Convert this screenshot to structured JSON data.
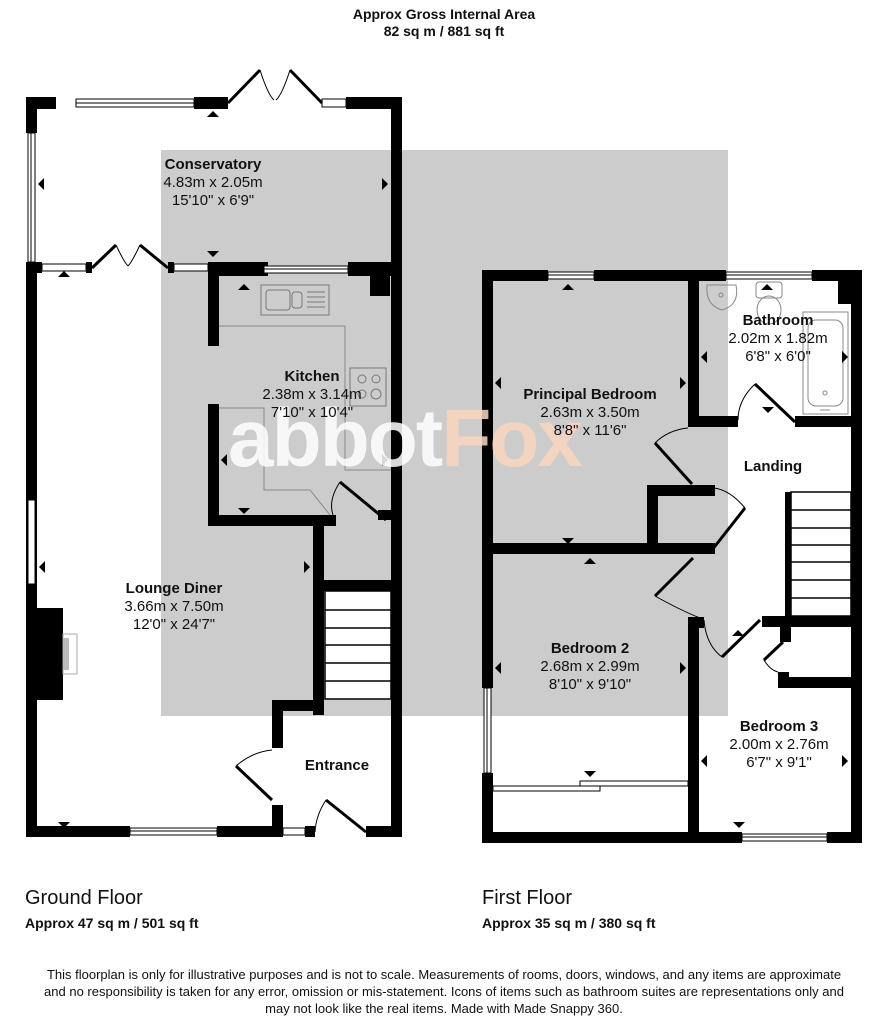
{
  "header": {
    "title_line1": "Approx Gross Internal Area",
    "title_line2": "82 sq m / 881 sq ft"
  },
  "watermark": {
    "part1": "abbot",
    "part2": "Fox",
    "colors": {
      "part1": "#ffffff",
      "part2": "#f9d6c0",
      "box": "#cccccc"
    }
  },
  "ground_floor": {
    "name": "Ground Floor",
    "area": "Approx 47 sq m / 501 sq ft",
    "rooms": [
      {
        "name": "Conservatory",
        "metric": "4.83m x 2.05m",
        "imperial": "15'10\" x 6'9\""
      },
      {
        "name": "Kitchen",
        "metric": "2.38m x 3.14m",
        "imperial": "7'10\" x 10'4\""
      },
      {
        "name": "Lounge Diner",
        "metric": "3.66m x 7.50m",
        "imperial": "12'0\" x 24'7\""
      },
      {
        "name": "Entrance"
      }
    ]
  },
  "first_floor": {
    "name": "First Floor",
    "area": "Approx 35 sq m / 380 sq ft",
    "rooms": [
      {
        "name": "Principal Bedroom",
        "metric": "2.63m x 3.50m",
        "imperial": "8'8\" x 11'6\""
      },
      {
        "name": "Bathroom",
        "metric": "2.02m x 1.82m",
        "imperial": "6'8\" x 6'0\""
      },
      {
        "name": "Landing"
      },
      {
        "name": "Bedroom 2",
        "metric": "2.68m x 2.99m",
        "imperial": "8'10\" x 9'10\""
      },
      {
        "name": "Bedroom 3",
        "metric": "2.00m x 2.76m",
        "imperial": "6'7\" x 9'1\""
      }
    ]
  },
  "disclaimer": {
    "line1": "This floorplan is only for illustrative purposes and is not to scale. Measurements of rooms, doors, windows, and any items are approximate",
    "line2": "and no responsibility is taken for any error, omission or mis-statement. Icons of items such as bathroom suites are representations only and",
    "line3": "may not look like the real items. Made with Made Snappy 360."
  }
}
